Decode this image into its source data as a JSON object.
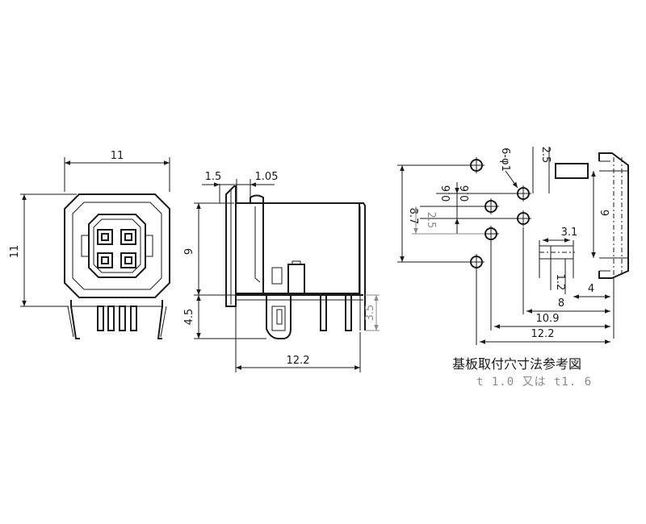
{
  "front_view": {
    "width_label": "11",
    "height_label": "11"
  },
  "side_view": {
    "dim_1_5": "1.5",
    "dim_1_05": "1.05",
    "dim_9": "9",
    "dim_4_5": "4.5",
    "dim_3_5": "3.5",
    "dim_12_2": "12.2"
  },
  "hole_pattern": {
    "hole_note": "6-φ1",
    "dim_2_5_top": "2.5",
    "dim_0_6_a": "0.6",
    "dim_0_6_b": "0.6",
    "dim_8_7": "8.7",
    "dim_2_5_left": "2.5",
    "dim_9": "9",
    "dim_3_1": "3.1",
    "dim_1_2": "1.2",
    "dim_4": "4",
    "dim_8": "8",
    "dim_10_9": "10.9",
    "dim_12_2": "12.2"
  },
  "caption": {
    "title": "基板取付穴寸法参考図",
    "thickness_note": "t 1.0  又は  t1. 6"
  }
}
